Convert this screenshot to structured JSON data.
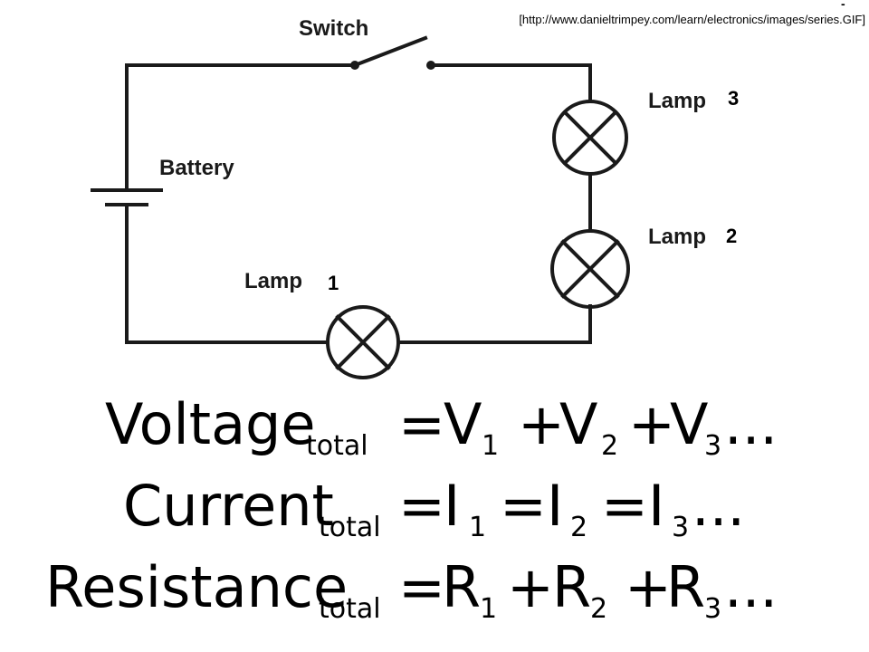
{
  "source": {
    "dash": "-",
    "text": "[http://www.danieltrimpey.com/learn/electronics/images/series.GIF]"
  },
  "circuit": {
    "switch_label": "Switch",
    "battery_label": "Battery",
    "lamps": [
      {
        "word": "Lamp",
        "number": "3"
      },
      {
        "word": "Lamp",
        "number": "2"
      },
      {
        "word": "Lamp",
        "number": "1"
      }
    ]
  },
  "equations": [
    {
      "word": "Voltage",
      "sub": "total",
      "eq": "=",
      "t1": "V",
      "s1": "1",
      "op1": "+",
      "t2": "V",
      "s2": "2",
      "op2": "+",
      "t3": "V",
      "s3": "3",
      "ellipsis": "..."
    },
    {
      "word": "Current",
      "sub": "total",
      "eq": "=",
      "t1": "I",
      "s1": "1",
      "op1": "=",
      "t2": "I",
      "s2": "2",
      "op2": "=",
      "t3": "I",
      "s3": "3",
      "ellipsis": "..."
    },
    {
      "word": "Resistance",
      "sub": "total",
      "eq": "=",
      "t1": "R",
      "s1": "1",
      "op1": "+",
      "t2": "R",
      "s2": "2",
      "op2": "+",
      "t3": "R",
      "s3": "3",
      "ellipsis": "..."
    }
  ]
}
